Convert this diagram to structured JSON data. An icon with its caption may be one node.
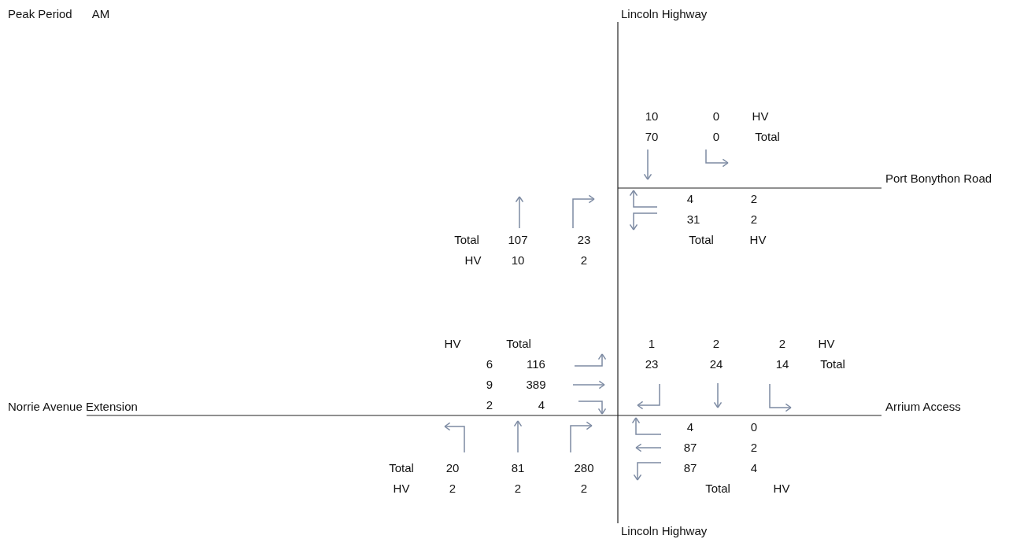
{
  "diagram": {
    "labels": [
      "Peak Period",
      "AM",
      "Lincoln Highway",
      "10",
      "0",
      "HV",
      "70",
      "0",
      "Total",
      "Port Bonython Road",
      "4",
      "2",
      "31",
      "2",
      "Total",
      "107",
      "23",
      "Total",
      "HV",
      "HV",
      "10",
      "2",
      "HV",
      "Total",
      "1",
      "2",
      "2",
      "HV",
      "6",
      "116",
      "23",
      "24",
      "14",
      "Total",
      "9",
      "389",
      "Norrie Avenue Extension",
      "2",
      "4",
      "Arrium Access",
      "4",
      "0",
      "87",
      "2",
      "Total",
      "20",
      "81",
      "280",
      "87",
      "4",
      "HV",
      "2",
      "2",
      "2",
      "Total",
      "HV",
      "Lincoln Highway"
    ]
  }
}
